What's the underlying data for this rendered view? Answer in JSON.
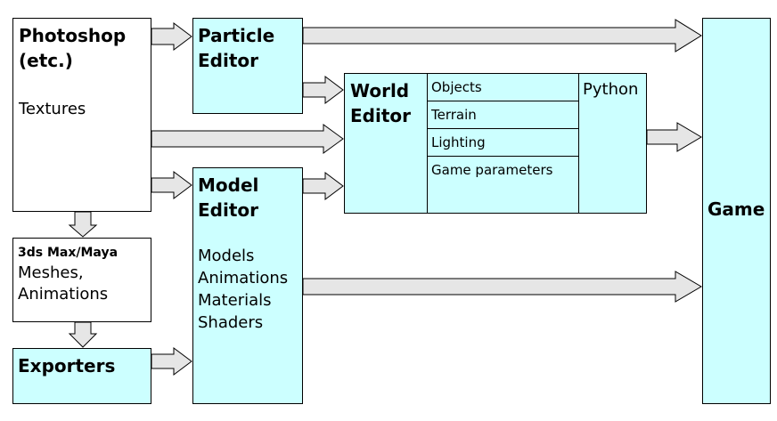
{
  "colors": {
    "tool_box_fill": "#ffffff",
    "editor_box_fill": "#ccffff",
    "arrow_fill": "#e6e6e6",
    "stroke": "#000000"
  },
  "photoshop": {
    "title_line1": "Photoshop",
    "title_line2": "(etc.)",
    "body": "Textures"
  },
  "particle_editor": {
    "title_line1": "Particle",
    "title_line2": "Editor"
  },
  "world_editor": {
    "title_line1": "World",
    "title_line2": "Editor",
    "items": [
      "Objects",
      "Terrain",
      "Lighting",
      "Game parameters"
    ],
    "python_label": "Python"
  },
  "model_editor": {
    "title_line1": "Model",
    "title_line2": "Editor",
    "items": [
      "Models",
      "Animations",
      "Materials",
      "Shaders"
    ]
  },
  "modeling_tool": {
    "title": "3ds Max/Maya",
    "items": [
      "Meshes,",
      "Animations"
    ]
  },
  "exporters": {
    "title": "Exporters"
  },
  "game": {
    "label": "Game"
  }
}
